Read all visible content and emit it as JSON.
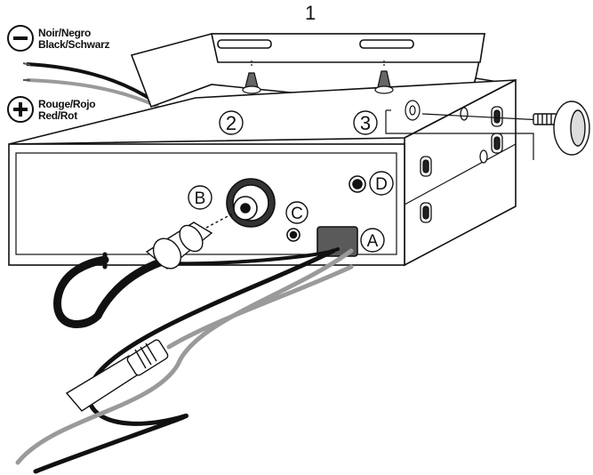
{
  "colors": {
    "ink": "#111111",
    "grey_wire": "#9a9a9a",
    "black_wire": "#111111",
    "panel": "#ffffff",
    "plug": "#5a5a5a"
  },
  "callouts": {
    "bracket": "1",
    "screws": "2",
    "knob": "3"
  },
  "connectors": {
    "power": "A",
    "antenna": "B",
    "ext_speaker": "C",
    "mic": "D"
  },
  "wires": {
    "negative": {
      "icon": "minus-icon",
      "line1": "Noir/Negro",
      "line2": "Black/Schwarz"
    },
    "positive": {
      "icon": "plus-icon",
      "line1": "Rouge/Rojo",
      "line2": "Red/Rot"
    }
  }
}
